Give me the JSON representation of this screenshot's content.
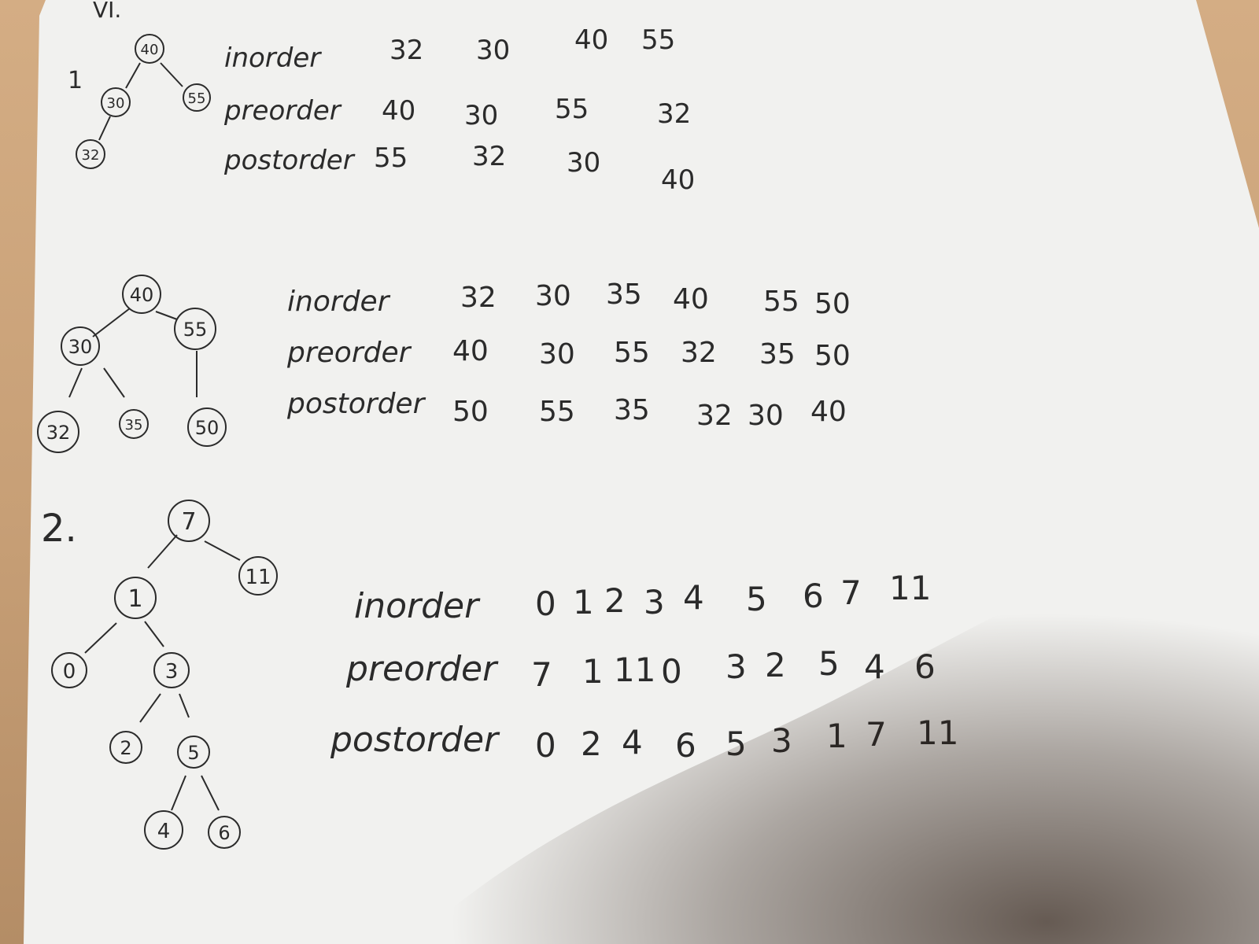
{
  "sections": [
    {
      "number": "1",
      "corner_mark": "VI.",
      "tree": {
        "nodes": [
          "40",
          "30",
          "55",
          "32"
        ],
        "edges": [
          [
            "40",
            "30"
          ],
          [
            "40",
            "55"
          ],
          [
            "30",
            "32"
          ]
        ]
      },
      "rows": [
        {
          "label": "inorder",
          "values": [
            "32",
            "30",
            "40",
            "55"
          ]
        },
        {
          "label": "preorder",
          "values": [
            "40",
            "30",
            "55",
            "32"
          ]
        },
        {
          "label": "postorder",
          "values": [
            "55",
            "32",
            "30",
            "40"
          ]
        }
      ]
    },
    {
      "number": "",
      "tree": {
        "nodes": [
          "40",
          "30",
          "55",
          "32",
          "35",
          "50"
        ],
        "edges": [
          [
            "40",
            "30"
          ],
          [
            "40",
            "55"
          ],
          [
            "30",
            "32"
          ],
          [
            "30",
            "35"
          ],
          [
            "55",
            "50"
          ]
        ]
      },
      "rows": [
        {
          "label": "inorder",
          "values": [
            "32",
            "30",
            "35",
            "40",
            "55",
            "50"
          ]
        },
        {
          "label": "preorder",
          "values": [
            "40",
            "30",
            "55",
            "32",
            "35",
            "50"
          ]
        },
        {
          "label": "postorder",
          "values": [
            "50",
            "55",
            "35",
            "32",
            "30",
            "40"
          ]
        }
      ]
    },
    {
      "number": "2.",
      "tree": {
        "nodes": [
          "7",
          "1",
          "11",
          "0",
          "3",
          "2",
          "5",
          "4",
          "6"
        ],
        "edges": [
          [
            "7",
            "1"
          ],
          [
            "7",
            "11"
          ],
          [
            "1",
            "0"
          ],
          [
            "1",
            "3"
          ],
          [
            "3",
            "2"
          ],
          [
            "3",
            "5"
          ],
          [
            "5",
            "4"
          ],
          [
            "5",
            "6"
          ]
        ]
      },
      "rows": [
        {
          "label": "inorder",
          "values": [
            "0",
            "1",
            "2",
            "3",
            "4",
            "5",
            "6",
            "7",
            "11"
          ]
        },
        {
          "label": "preorder",
          "values": [
            "7",
            "1",
            "11",
            "0",
            "3",
            "2",
            "5",
            "4",
            "6"
          ]
        },
        {
          "label": "postorder",
          "values": [
            "0",
            "2",
            "4",
            "6",
            "5",
            "3",
            "1",
            "7",
            "11"
          ]
        }
      ]
    }
  ]
}
